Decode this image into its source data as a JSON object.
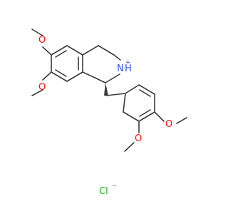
{
  "atoms": {
    "o1": "O",
    "o2": "O",
    "o3": "O",
    "o4": "O",
    "n_label": "N",
    "h_label": "H",
    "n_charge": "+",
    "cl_label": "Cl",
    "cl_charge": "−"
  },
  "colors": {
    "bond": "#3c3c3c",
    "oxygen": "#ff0d0d",
    "nitrogen": "#3050f8",
    "chlorine": "#1aa81a"
  }
}
